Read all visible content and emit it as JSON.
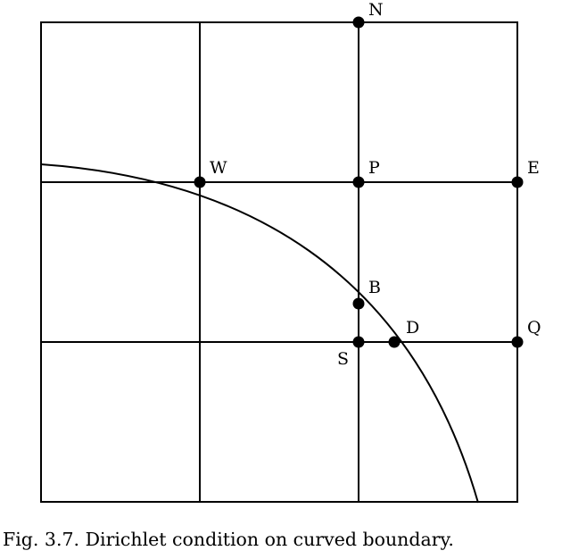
{
  "figure": {
    "caption": "Fig. 3.7. Dirichlet condition on curved boundary.",
    "points": [
      {
        "id": "N",
        "label": "N"
      },
      {
        "id": "W",
        "label": "W"
      },
      {
        "id": "P",
        "label": "P"
      },
      {
        "id": "E",
        "label": "E"
      },
      {
        "id": "B",
        "label": "B"
      },
      {
        "id": "S",
        "label": "S"
      },
      {
        "id": "D",
        "label": "D"
      },
      {
        "id": "Q",
        "label": "Q"
      }
    ]
  }
}
